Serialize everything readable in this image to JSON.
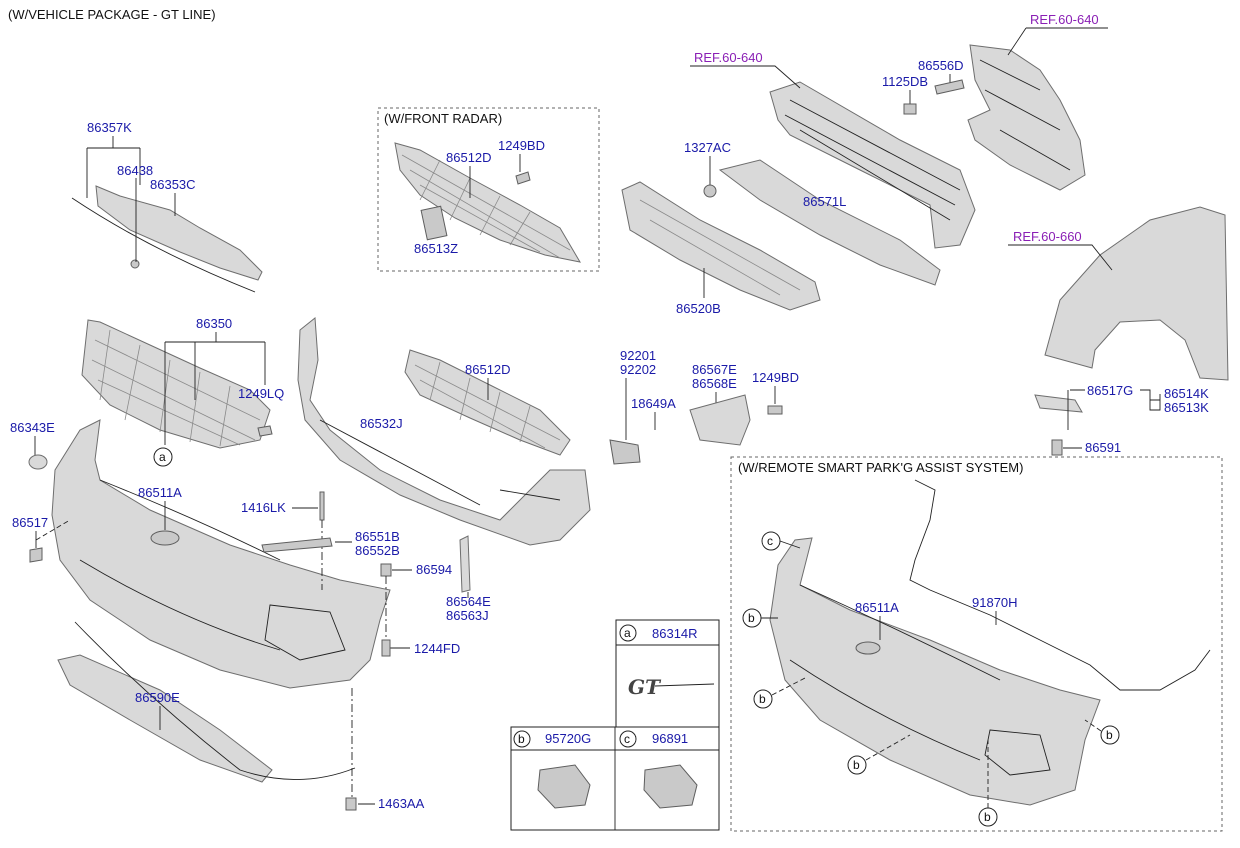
{
  "title": "(W/VEHICLE PACKAGE - GT LINE)",
  "sections": {
    "front_radar": "(W/FRONT RADAR)",
    "remote_smart_park": "(W/REMOTE SMART PARK'G ASSIST SYSTEM)"
  },
  "refs": {
    "r1": "REF.60-640",
    "r2": "REF.60-640",
    "r3": "REF.60-660"
  },
  "labels": {
    "p86357K": "86357K",
    "p86438": "86438",
    "p86353C": "86353C",
    "p86512D_a": "86512D",
    "p1249BD_a": "1249BD",
    "p86513Z": "86513Z",
    "p1327AC": "1327AC",
    "p86556D": "86556D",
    "p1125DB": "1125DB",
    "p86571L": "86571L",
    "p86520B": "86520B",
    "p86350": "86350",
    "p1249LQ": "1249LQ",
    "p86343E": "86343E",
    "p86512D_b": "86512D",
    "p86532J": "86532J",
    "p92201": "92201",
    "p92202": "92202",
    "p18649A": "18649A",
    "p86567E": "86567E",
    "p86568E": "86568E",
    "p1249BD_b": "1249BD",
    "p86517G": "86517G",
    "p86514K": "86514K",
    "p86513K": "86513K",
    "p86591": "86591",
    "p86511A_a": "86511A",
    "p86517": "86517",
    "p1416LK": "1416LK",
    "p86551B": "86551B",
    "p86552B": "86552B",
    "p86594": "86594",
    "p1244FD": "1244FD",
    "p86564E": "86564E",
    "p86563J": "86563J",
    "p86590E": "86590E",
    "p1463AA": "1463AA",
    "p86511A_b": "86511A",
    "p91870H": "91870H"
  },
  "callouts": {
    "a": "a",
    "b": "b",
    "c": "c"
  },
  "legend": {
    "a_part": "86314R",
    "b_part": "95720G",
    "c_part": "96891",
    "emblem_text": "GT"
  }
}
